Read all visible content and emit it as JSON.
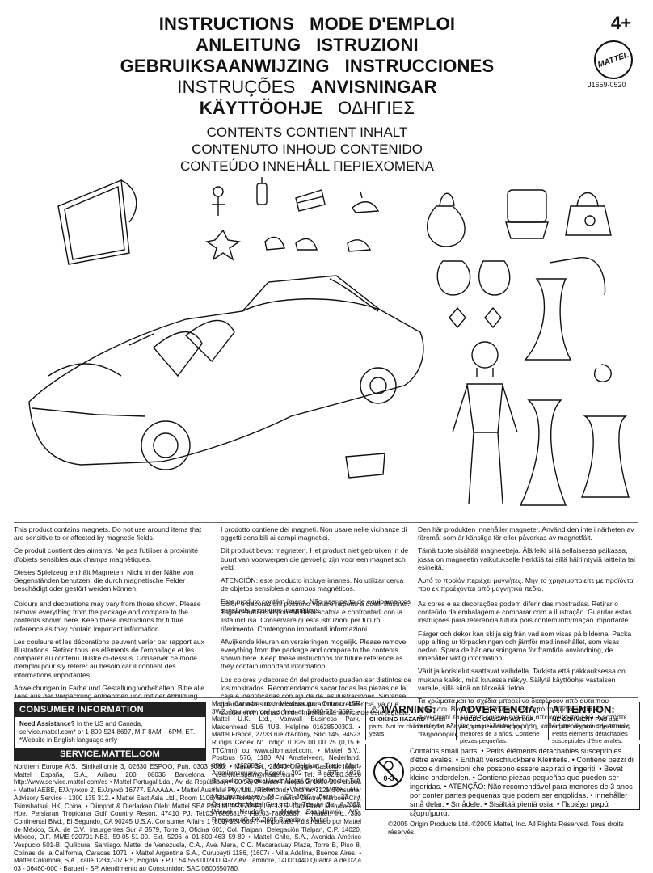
{
  "header": {
    "line1": [
      "INSTRUCTIONS",
      "MODE D'EMPLOI"
    ],
    "line2": [
      "ANLEITUNG",
      "ISTRUZIONI"
    ],
    "line3": [
      "GEBRUIKSAANWIJZING",
      "INSTRUCCIONES"
    ],
    "line4": [
      "INSTRUÇÕES",
      "ANVISNINGAR"
    ],
    "line5": [
      "KÄYTTÖOHJE",
      "ΟΔΗΓΙΕΣ"
    ],
    "age": "4+",
    "brand": "MATTEL",
    "code": "J1659-0520"
  },
  "contents": {
    "line1": "CONTENTS  CONTIENT  INHALT",
    "line2": "CONTENUTO  INHOUD  CONTENIDO",
    "line3": "CONTEÚDO  INNEHÅLL  ΠΕΡΙΕΧΟΜΕΝΑ"
  },
  "magnets": {
    "col1": [
      "This product contains magnets. Do not use around items that are sensitive to or affected by magnetic fields.",
      "Ce produit contient des aimants. Ne pas l'utiliser à proximité d'objets sensibles aux champs magnétiques.",
      "Dieses Spielzeug enthält Magneten. Nicht in der Nähe von Gegenständen benutzen, die durch magnetische Felder beschädigt oder gestört werden können."
    ],
    "col2": [
      "I prodotto contiene dei magneti. Non usare nelle vicinanze di oggetti sensibili ai campi magnetici.",
      "Dit product bevat magneten. Het product niet gebruiken in de buurt van voorwerpen die gevoelig zijn voor een magnetisch veld.",
      "ATENCIÓN: este producto incluye imanes. No utilizar cerca de objetos sensibles a campos magnéticos.",
      "Este produto contém ímans. Não usar perto de equipamentos sensíveis a campos magnéticos."
    ],
    "col3": [
      "Den här produkten innehåller magneter. Använd den inte i närheten av föremål som är känsliga för eller påverkas av magnetfält.",
      "Tämä tuote sisältää magneetteja. Älä leiki sillä sellaisessa paikassa, jossa on magneetin vaikutukselle herkkiä tai sillä häiriintyviä laitteita tai esineitä.",
      "Αυτό το προϊόν περιέχει μαγνήτες. Μην το χρησιμοποιείτε με προϊόντα που εκ προέχονται από μαγνητικά πεδία."
    ]
  },
  "colours": {
    "col1": [
      "Colours and decorations may vary from those shown. Please remove everything from the package and compare to the contents shown here. Keep these instructions for future reference as they contain important information.",
      "Les couleurs et les décorations peuvent varier par rapport aux illustrations. Retirer tous les éléments de l'emballage et les comparer au contenu illustré ci-dessus. Conserver ce mode d'emploi pour s'y référer au besoin car il contient des informations importantes.",
      "Abweichungen in Farbe und Gestaltung vorbehalten. Bitte alle Teile aus der Verpackung entnehmen und mit der Abbildung vergleichen. Diese Anleitung bitte für mögliche Rückfragen aufbewahren. Sie enthält wichtige Informationen."
    ],
    "col2": [
      "Colori e decorazioni possono variare rispetto a quelli illustrati. Togliere tutti i componenti dalla scatola e confrontarli con la lista inclusa. Conservare queste istruzioni per futuro riferimento. Contengono importanti informazioni.",
      "Afwijkende kleuren en versieringen mogelijk. Please remove everything from the package and compare to the contents shown here. Keep these instructions for future reference as they contain important information.",
      "Los colores y decoración del producto pueden ser distintos de los mostrados. Recomendamos sacar todas las piezas de la caja e identificarlas con ayuda de las ilustraciones. Sírvanse guardar estas instrucciones para futura referencia, ya que contienen información de importancia acerca de este juguete."
    ],
    "col3": [
      "As cores e as decorações podem diferir das mostradas. Retirar o conteúdo da embalagem e comparar com a ilustração. Guardar estas instruções para referência futura pois contêm informação importante.",
      "Färger och dekor kan skilja sig från vad som visas på bilderna. Packa upp allting ur förpackningen och jämför med innehållet, som visas nedan. Spara de här anvisningarna för framtida användning, de innehåller viktig information.",
      "Värit ja koristelut saattavat vaihdella. Tarkista että pakkauksessa on mukana kaikki, mitä kuvassa näkyy. Säilytä käyttöohje vastaisen varalle, sillä siinä on tärkeää tietoa.",
      "Τα χρώματα και τα σχέδια μπορεί να διαφέρουν από αυτά που φαίνονται. Βγάλτε όλα τα αντικείμενα από τη συσκευασία και συγκρίνετέ τα με τα π εριεχόμενα που απεικονίζονται εδώ. Κρατήστε αυτές τις οδηγίες για μελλοντική χρήση, καθώς περιέχουν σημαντικές πληροφορίες."
    ]
  },
  "consumer": {
    "title": "CONSUMER INFORMATION",
    "need_label": "Need Assistance?",
    "need_text": "In the US and Canada, service.mattel.com* or 1-800-524-8697, M-F 8AM – 6PM, ET.",
    "note": "*Website in English language only",
    "site": "SERVICE.MATTEL.COM"
  },
  "addresses_mid": "Mattel Canada Inc., Mississauga, Ontario L5R 3W2. You may call us free at 1-800-524-8697. • Mattel U.K. Ltd., Vanwall Business Park, Maidenhead SL6 4UB. Helpline 01628500303. • Mattel France, 27/33 rue d'Antony, Silic 145, 94523 Rungis Cedex N° Indigo 0 825 00 00 25 (0,15 € TTC/mn) ou www.allomattel.com. • Mattel B.V., Postbus 576, 1180 AN Amstelveen, Nederland. 0800 - 2628835. • Mattel Belgium, Trade Mart, Atomiumsquare, Bogota 202 – B 275, 1020 Brussels. • Deutschland: Mattel GmbH, An der Trift 75 D-63303 Dreieich. • Schweiz: Mattel AG, Monbijoustrasse 68, CH-3000 Bern 23. • Österreich: Mattel Ges.m.b.H., Triester Str., A-2355 Wiener Neudorf. • Mattel Scandinavia A/S, Ringager 4C, DK-2605 Brøndby. • Mattel",
  "addresses_bottom": "Northern Europe A/S., Sinikalliontie 3, 02630 ESPOO, Puh. 0303 9060. • Mattel Srl., 28040 Oleggio Castello, Italy. • Mattel España, S.A., Aribau 200. 08036 Barcelona. cservice.spain@mattel.com Tel: 902.20.30.10 http://www.service.mattel.com/es • Mattel Portugal Lda., Av. da República, nº 90/96, 2º andar Fracção 2, 1600-206 Lisboa • Mattel AEBE, Ελληνικού 2, Ελληνικό 16777. ΕΛΛΑΔΑ. • Mattel Australia Pty., Ltd., Richmond, Victoria. 3121.Consumer Advisory Service - 1300 135 312. • Mattel East Asia Ltd., Room 1106, South Tower, World Finance Centre, Harbour City, Tsimshatsui, HK, China. • Diimport & Diedarkan Oleh: Mattel SEA Ptd Ltd.(993532-P) Lot 13.5, 13th Floor, Menara Lien Hoe, Persiaran Tropicana Golf Country Resort, 47410 PJ. Tel:03-78803817, Fax:03-78803867. • Mattel, Inc., 333 Continental Blvd., El Segundo, CA 90245 U.S.A. Consumer Affairs 1 (800) 524-8697. • Importado y distribuido por Mattel de México, S.A. de C.V., Insurgentes Sur # 3579, Torre 3, Oficina 601, Col. Tlalpan, Delegación Tlalpan, C.P. 14020, México, D.F. MME-920701-NB3. 59-05-51-00. Ext. 5206 ó 01-800-463 59-89 • Mattel Chile, S.A., Avenida Américo Vespucio 501-B, Quilicura, Santiago. Mattel de Venezuela, C.A., Ave. Mara, C.C. Macaracuay Plaza, Torre B, Piso 8, Colinas de la California, Caracas 1071. • Mattel Argentina S.A., Curupaytí 1186, (1607) - Villa Adelina, Buenos Aires. • Mattel Colombia, S.A., calle 123#7-07 P.5, Bogotá. • PJ : 54.558.002/0004-72 Av. Tamboré, 1400/1440 Quadra A de 02 a 03 - 06460-000 - Barueri - SP. Atendimento ao Consumidor: SAC 0800550780.",
  "warnings": {
    "en_head": "WARNING:",
    "en_sub": "CHOKING HAZARD",
    "en_text": "- Small parts. Not for children under 3 years.",
    "es_head": "ADVERTENCIA:",
    "es_sub": "PUEDE CAUSAR ASFIXIA.",
    "es_text": "No recomendable para menores de 3 años. Contiene piezas pequeñas.",
    "fr_head": "ATTENTION:",
    "fr_sub": "NE CONVIENT PAS",
    "fr_text": "aux enfants de moins de 36 mois. Petits éléments détachables susceptibles d'être avalés."
  },
  "choking": {
    "icon_label": "0-3",
    "text": "Contains small parts. • Petits éléments détachables susceptibles d'être avalés. • Enthält verschluckbare Kleinteile. • Contiene pezzi di piccole dimensioni che possono essere aspirati o ingeriti. • Bevat kleine onderdelen. • Contiene piezas pequeñas que pueden ser ingeridas. • ATENÇÃO: Não recomendável para menores de 3 anos por conter partes pequenas que podem ser engolidas. • Innehåller små delar. • Smådele. • Sisältää pieniä osia. • Περιέχει μικρά εξαρτήματα."
  },
  "copyright": "©2005 Origin Products Ltd. ©2005 Mattel, Inc. All Rights Reserved. Tous droits réservés."
}
